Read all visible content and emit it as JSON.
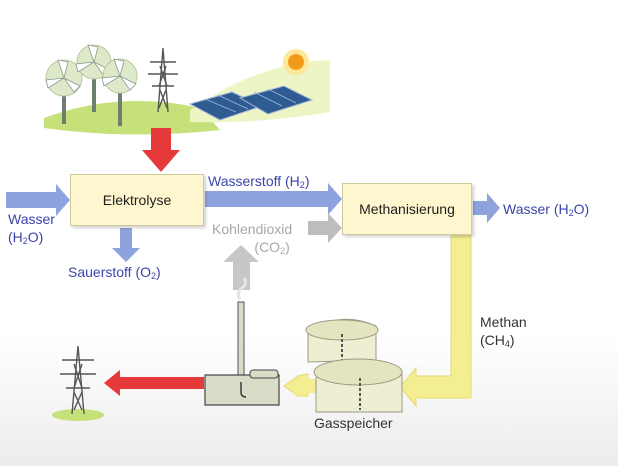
{
  "elektrolyse": "Elektrolyse",
  "methanisierung": "Methanisierung",
  "wasserstoff": {
    "text": "Wasserstoff (H",
    "sub": "2",
    "close": ")"
  },
  "wasser_in": {
    "line1": "Wasser",
    "line2_pre": "(H",
    "sub": "2",
    "line2_post": "O)"
  },
  "sauerstoff": {
    "text": "Sauerstoff (O",
    "sub": "2",
    "close": ")"
  },
  "kohlendioxid": {
    "line1": "Kohlendioxid",
    "line2_pre": "(CO",
    "sub": "2",
    "line2_post": ")"
  },
  "wasser_out": {
    "text": "Wasser (H",
    "sub": "2",
    "close": "O)"
  },
  "methan": {
    "line1": "Methan",
    "line2_pre": "(CH",
    "sub": "4",
    "line2_post": ")"
  },
  "gasspeicher": "Gasspeicher",
  "colors": {
    "box_fill": "#fdf6cf",
    "blue_arrow": "#8ea3de",
    "red_arrow": "#e63a3a",
    "gray_arrow": "#bdbdbd",
    "yellow_arrow": "#f4ee92",
    "label_blue": "#3b44a8"
  },
  "icons": [
    "wind-turbine-icon",
    "power-pylon-icon",
    "solar-panel-icon",
    "sun-icon",
    "chimney-icon",
    "gas-tank-icon",
    "power-pylon-icon"
  ]
}
